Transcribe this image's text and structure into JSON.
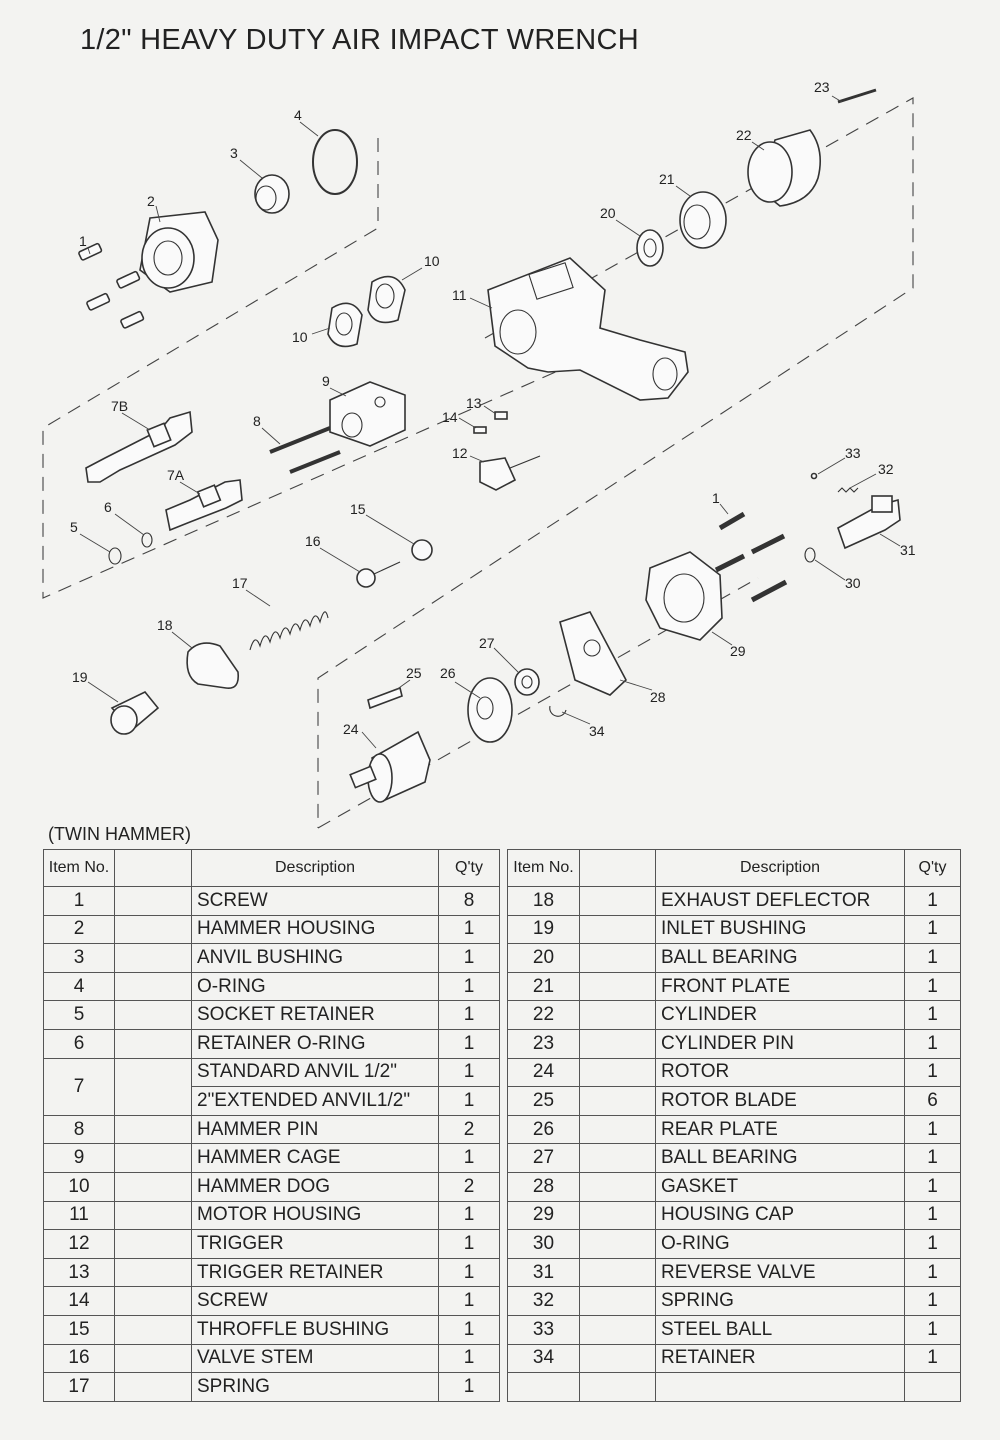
{
  "title": "1/2\" HEAVY DUTY AIR IMPACT WRENCH",
  "subtitle": "(TWIN HAMMER)",
  "headers": {
    "item_no": "Item No.",
    "description": "Description",
    "qty": "Q'ty"
  },
  "diagram_labels": [
    "1",
    "2",
    "3",
    "4",
    "7B",
    "8",
    "9",
    "10",
    "10",
    "11",
    "12",
    "13",
    "14",
    "7A",
    "6",
    "5",
    "15",
    "16",
    "17",
    "18",
    "19",
    "20",
    "21",
    "22",
    "23",
    "33",
    "32",
    "1",
    "31",
    "30",
    "29",
    "28",
    "27",
    "26",
    "25",
    "24",
    "34"
  ],
  "parts_left": [
    {
      "no": "1",
      "desc": "SCREW",
      "qty": "8"
    },
    {
      "no": "2",
      "desc": "HAMMER HOUSING",
      "qty": "1"
    },
    {
      "no": "3",
      "desc": "ANVIL BUSHING",
      "qty": "1"
    },
    {
      "no": "4",
      "desc": "O-RING",
      "qty": "1"
    },
    {
      "no": "5",
      "desc": "SOCKET RETAINER",
      "qty": "1"
    },
    {
      "no": "6",
      "desc": "RETAINER O-RING",
      "qty": "1"
    },
    {
      "no": "7",
      "desc": "STANDARD ANVIL   1/2\"",
      "qty": "1"
    },
    {
      "no": "",
      "desc": "2\"EXTENDED ANVIL1/2\"",
      "qty": "1"
    },
    {
      "no": "8",
      "desc": "HAMMER PIN",
      "qty": "2"
    },
    {
      "no": "9",
      "desc": "HAMMER CAGE",
      "qty": "1"
    },
    {
      "no": "10",
      "desc": "HAMMER DOG",
      "qty": "2"
    },
    {
      "no": "11",
      "desc": "MOTOR HOUSING",
      "qty": "1"
    },
    {
      "no": "12",
      "desc": "TRIGGER",
      "qty": "1"
    },
    {
      "no": "13",
      "desc": "TRIGGER RETAINER",
      "qty": "1"
    },
    {
      "no": "14",
      "desc": "SCREW",
      "qty": "1"
    },
    {
      "no": "15",
      "desc": "THROFFLE BUSHING",
      "qty": "1"
    },
    {
      "no": "16",
      "desc": "VALVE STEM",
      "qty": "1"
    },
    {
      "no": "17",
      "desc": "SPRING",
      "qty": "1"
    }
  ],
  "parts_right": [
    {
      "no": "18",
      "desc": "EXHAUST DEFLECTOR",
      "qty": "1"
    },
    {
      "no": "19",
      "desc": "INLET BUSHING",
      "qty": "1"
    },
    {
      "no": "20",
      "desc": "BALL BEARING",
      "qty": "1"
    },
    {
      "no": "21",
      "desc": "FRONT PLATE",
      "qty": "1"
    },
    {
      "no": "22",
      "desc": "CYLINDER",
      "qty": "1"
    },
    {
      "no": "23",
      "desc": "CYLINDER  PIN",
      "qty": "1"
    },
    {
      "no": "24",
      "desc": "ROTOR",
      "qty": "1"
    },
    {
      "no": "25",
      "desc": "ROTOR BLADE",
      "qty": "6"
    },
    {
      "no": "26",
      "desc": "REAR PLATE",
      "qty": "1"
    },
    {
      "no": "27",
      "desc": "BALL BEARING",
      "qty": "1"
    },
    {
      "no": "28",
      "desc": "GASKET",
      "qty": "1"
    },
    {
      "no": "29",
      "desc": "HOUSING CAP",
      "qty": "1"
    },
    {
      "no": "30",
      "desc": "O-RING",
      "qty": "1"
    },
    {
      "no": "31",
      "desc": "REVERSE VALVE",
      "qty": "1"
    },
    {
      "no": "32",
      "desc": "SPRING",
      "qty": "1"
    },
    {
      "no": "33",
      "desc": "STEEL BALL",
      "qty": "1"
    },
    {
      "no": "34",
      "desc": "RETAINER",
      "qty": "1"
    }
  ]
}
